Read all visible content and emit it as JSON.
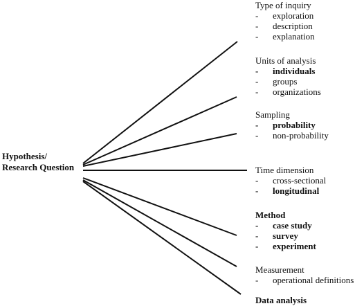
{
  "root": {
    "line1": "Hypothesis/",
    "line2": "Research Question"
  },
  "branches": [
    {
      "head": "Type of inquiry",
      "head_bold": false,
      "items": [
        {
          "text": "exploration",
          "bold": false
        },
        {
          "text": "description",
          "bold": false
        },
        {
          "text": "explanation",
          "bold": false
        }
      ]
    },
    {
      "head": "Units of analysis",
      "head_bold": false,
      "items": [
        {
          "text": "individuals",
          "bold": true
        },
        {
          "text": "groups",
          "bold": false
        },
        {
          "text": "organizations",
          "bold": false
        }
      ]
    },
    {
      "head": "Sampling",
      "head_bold": false,
      "items": [
        {
          "text": "probability",
          "bold": true
        },
        {
          "text": "non-probability",
          "bold": false
        }
      ]
    },
    {
      "head": "Time dimension",
      "head_bold": false,
      "items": [
        {
          "text": "cross-sectional",
          "bold": false
        },
        {
          "text": "longitudinal",
          "bold": true
        }
      ]
    },
    {
      "head": "Method",
      "head_bold": true,
      "items": [
        {
          "text": "case study",
          "bold": true
        },
        {
          "text": "survey",
          "bold": true
        },
        {
          "text": "experiment",
          "bold": true
        }
      ]
    },
    {
      "head": "Measurement",
      "head_bold": false,
      "items": [
        {
          "text": "operational definitions",
          "bold": false
        }
      ]
    },
    {
      "head": "Data analysis",
      "head_bold": true,
      "items": []
    }
  ]
}
